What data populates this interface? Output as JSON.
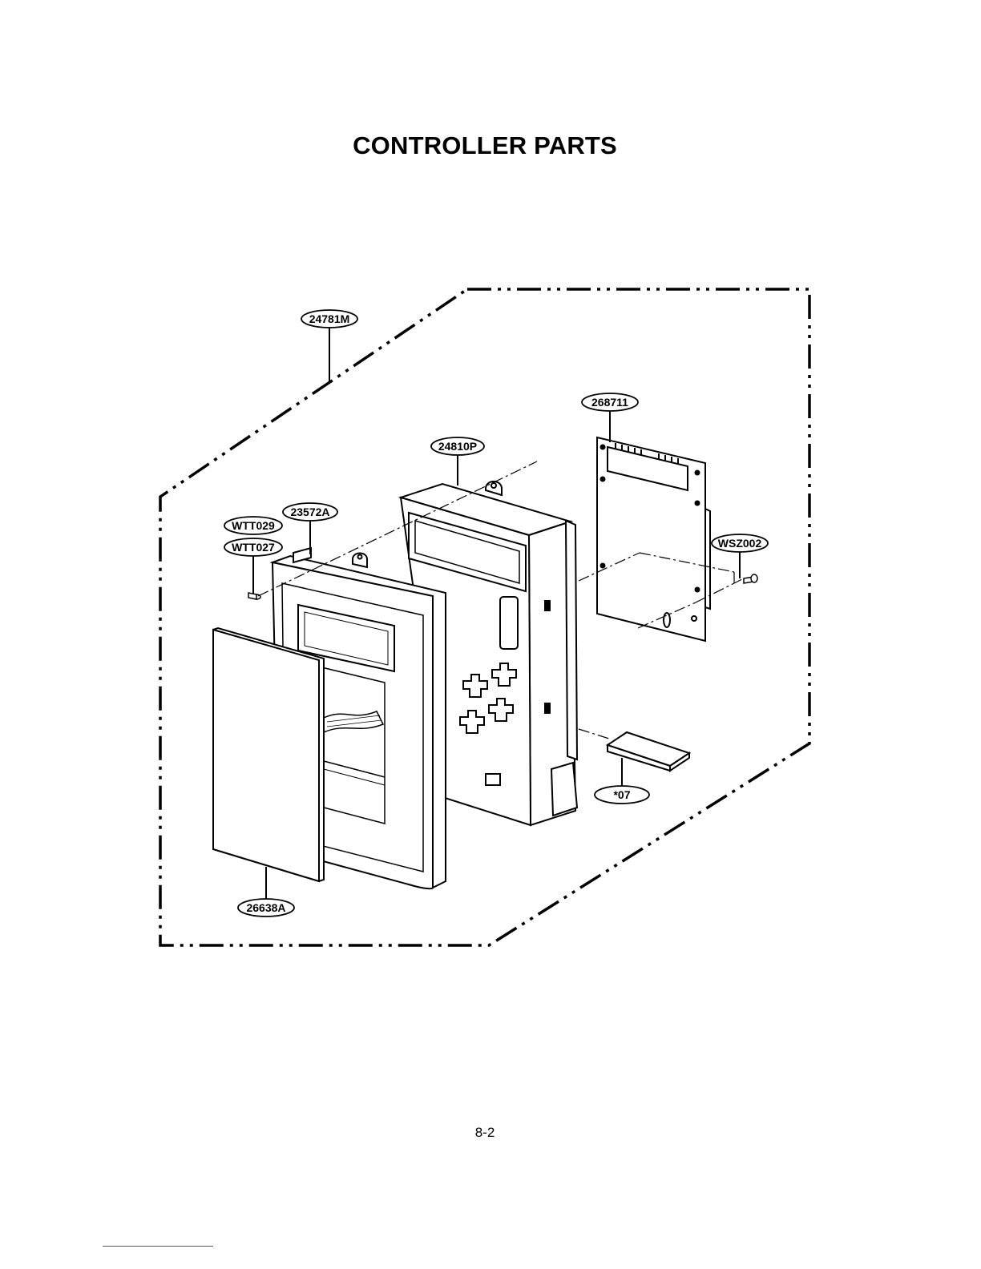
{
  "title": "CONTROLLER PARTS",
  "page_number": "8-2",
  "callouts": {
    "assembly": "24781M",
    "pcb": "268711",
    "frame": "24810P",
    "panel": "23572A",
    "screw_a": "WTT029",
    "screw_b": "WTT027",
    "screw_pcb": "WSZ002",
    "cable": "*07",
    "cover": "26638A"
  }
}
